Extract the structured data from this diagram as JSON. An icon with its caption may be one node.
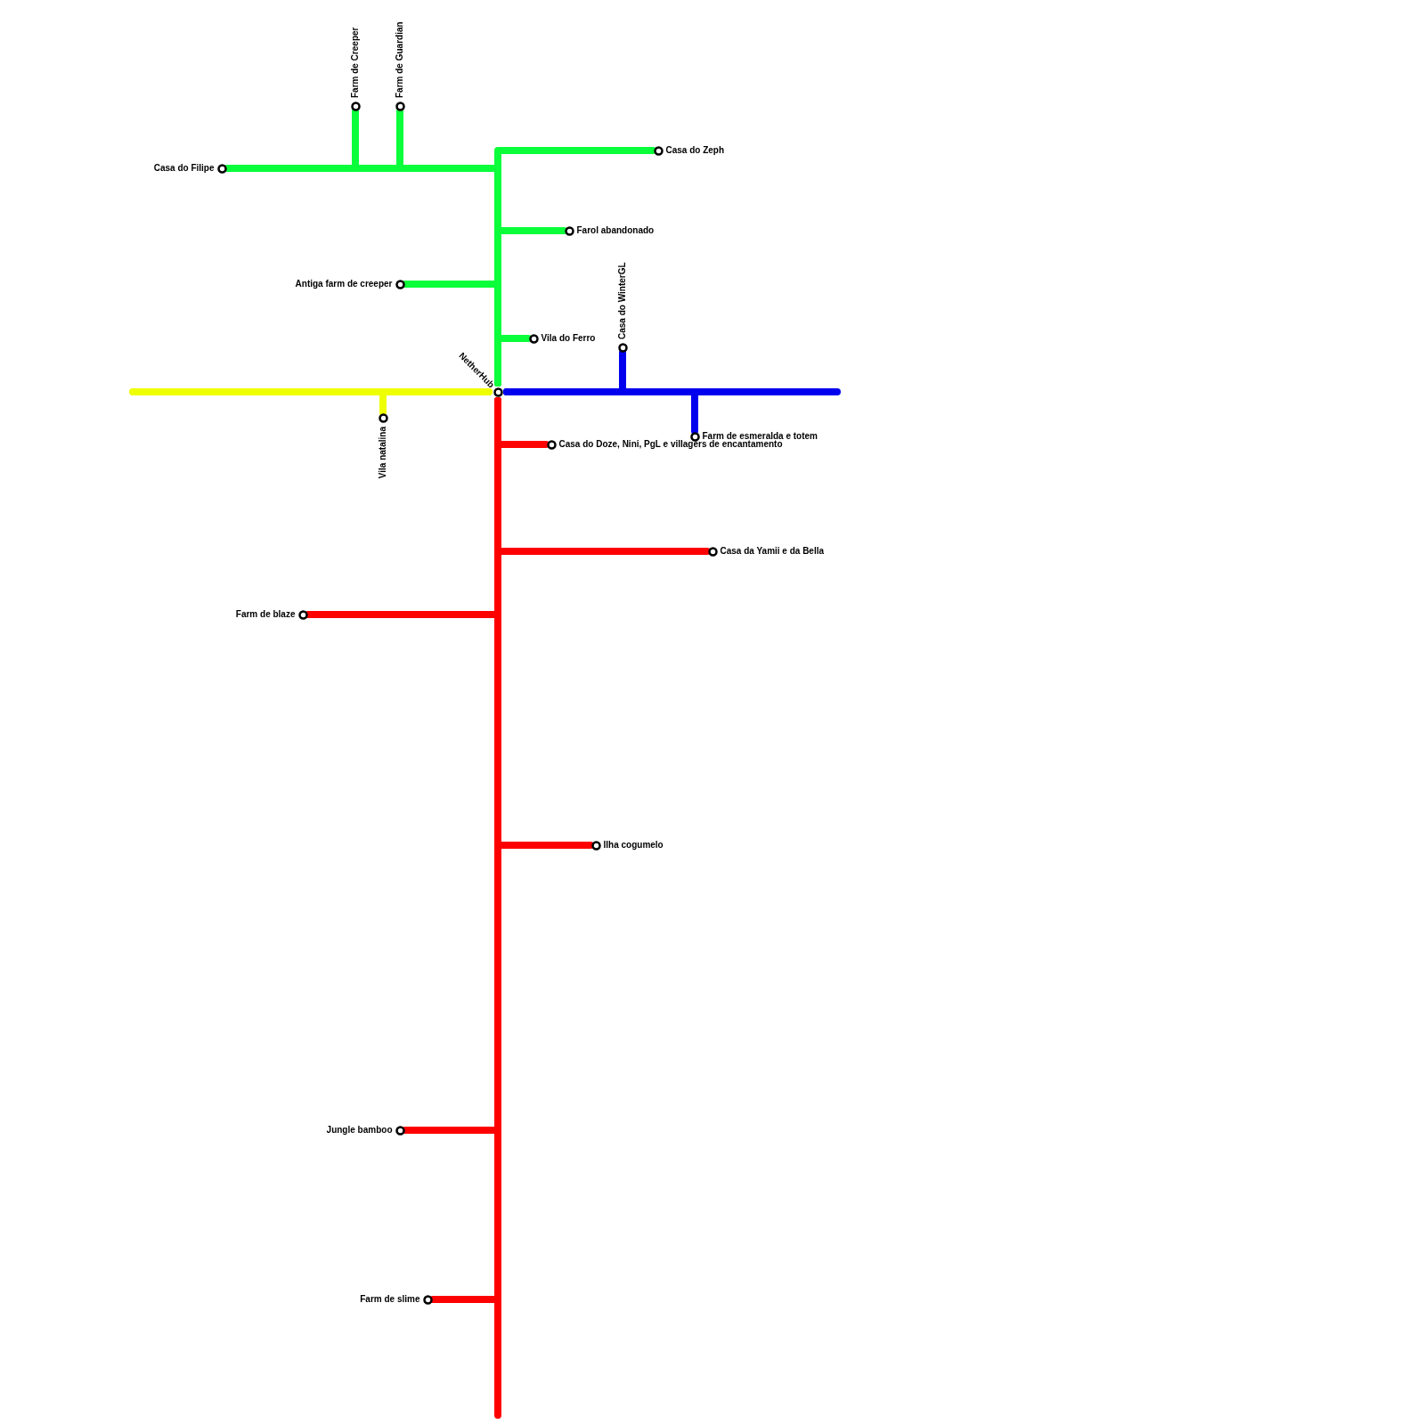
{
  "diagram": {
    "nodes": [
      {
        "text": [
          "NetherHub"
        ]
      },
      {
        "text": [
          "Casa do Filipe"
        ]
      },
      {
        "text": [
          "Farm de Creeper"
        ]
      },
      {
        "text": [
          "Farm de Guardian"
        ]
      },
      {
        "text": [
          "Casa do Zeph"
        ]
      },
      {
        "text": [
          "Farol abandonado"
        ]
      },
      {
        "text": [
          "Antiga farm de creeper"
        ]
      },
      {
        "text": [
          "Vila do Ferro"
        ]
      },
      {
        "text": [
          "Vila natalina"
        ]
      },
      {
        "text": [
          "Casa do WinterGL"
        ]
      },
      {
        "text": [
          "Farm de esmeralda e totem"
        ]
      },
      {
        "text": [
          "Casa do Doze, Nini, PgL e villagers de encantamento"
        ]
      },
      {
        "text": [
          "Casa da Yamii e da Bella"
        ]
      },
      {
        "text": [
          "Farm de blaze"
        ]
      },
      {
        "text": [
          "Ilha cogumelo"
        ]
      },
      {
        "text": [
          "Jungle bamboo"
        ]
      },
      {
        "text": [
          "Farm de slime"
        ]
      }
    ],
    "edges": [
      {
        "from": 0,
        "to": 1,
        "arrow": "none",
        "color": "#0aff3a"
      },
      {
        "from": 0,
        "to": 2,
        "arrow": "none",
        "color": "#0aff3a"
      },
      {
        "from": 0,
        "to": 3,
        "arrow": "none",
        "color": "#0aff3a"
      },
      {
        "from": 0,
        "to": 4,
        "arrow": "none",
        "color": "#0aff3a"
      },
      {
        "from": 0,
        "to": 5,
        "arrow": "none",
        "color": "#0aff3a"
      },
      {
        "from": 0,
        "to": 6,
        "arrow": "none",
        "color": "#0aff3a"
      },
      {
        "from": 0,
        "to": 7,
        "arrow": "none",
        "color": "#0aff3a"
      },
      {
        "from": 0,
        "to": 8,
        "arrow": "none",
        "color": "#eeff00"
      },
      {
        "from": 0,
        "to": null,
        "arrow": "none",
        "color": "#eeff00"
      },
      {
        "from": 0,
        "to": 9,
        "arrow": "none",
        "color": "#0000ee"
      },
      {
        "from": 0,
        "to": 10,
        "arrow": "none",
        "color": "#0000ee"
      },
      {
        "from": 0,
        "to": null,
        "arrow": "none",
        "color": "#0000ee"
      },
      {
        "from": 0,
        "to": 11,
        "arrow": "none",
        "color": "#ff0000"
      },
      {
        "from": 0,
        "to": 12,
        "arrow": "none",
        "color": "#ff0000"
      },
      {
        "from": 0,
        "to": 13,
        "arrow": "none",
        "color": "#ff0000"
      },
      {
        "from": 0,
        "to": 14,
        "arrow": "none",
        "color": "#ff0000"
      },
      {
        "from": 0,
        "to": 15,
        "arrow": "none",
        "color": "#ff0000"
      },
      {
        "from": 0,
        "to": 16,
        "arrow": "none",
        "color": "#ff0000"
      },
      {
        "from": 0,
        "to": null,
        "arrow": "none",
        "color": "#ff0000"
      }
    ]
  }
}
